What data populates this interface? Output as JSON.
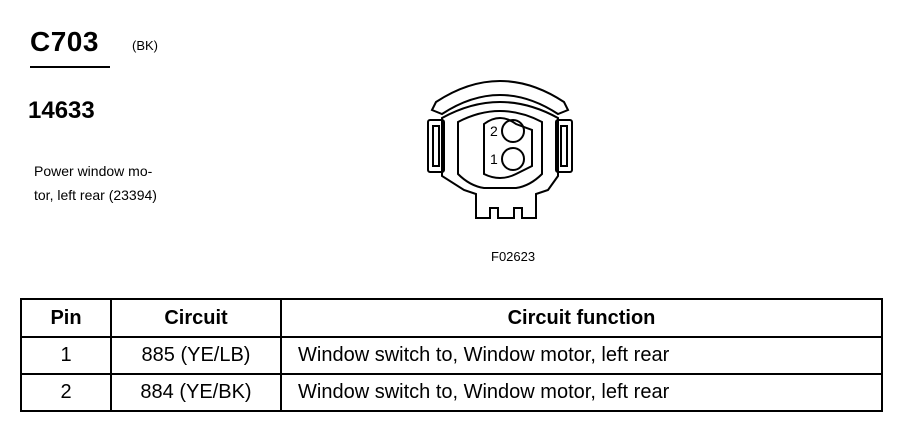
{
  "header": {
    "connector_id": "C703",
    "connector_color": "(BK)",
    "part_number": "14633"
  },
  "description": {
    "line1": "Power window mo-",
    "line2": "tor, left rear (23394)"
  },
  "drawing": {
    "pin_labels": [
      "2",
      "1"
    ],
    "figure_id": "F02623"
  },
  "table": {
    "headers": [
      "Pin",
      "Circuit",
      "Circuit function"
    ],
    "rows": [
      {
        "pin": "1",
        "circuit": "885 (YE/LB)",
        "function": "Window switch to, Window motor, left rear"
      },
      {
        "pin": "2",
        "circuit": "884 (YE/BK)",
        "function": "Window switch to, Window motor, left rear"
      }
    ]
  }
}
